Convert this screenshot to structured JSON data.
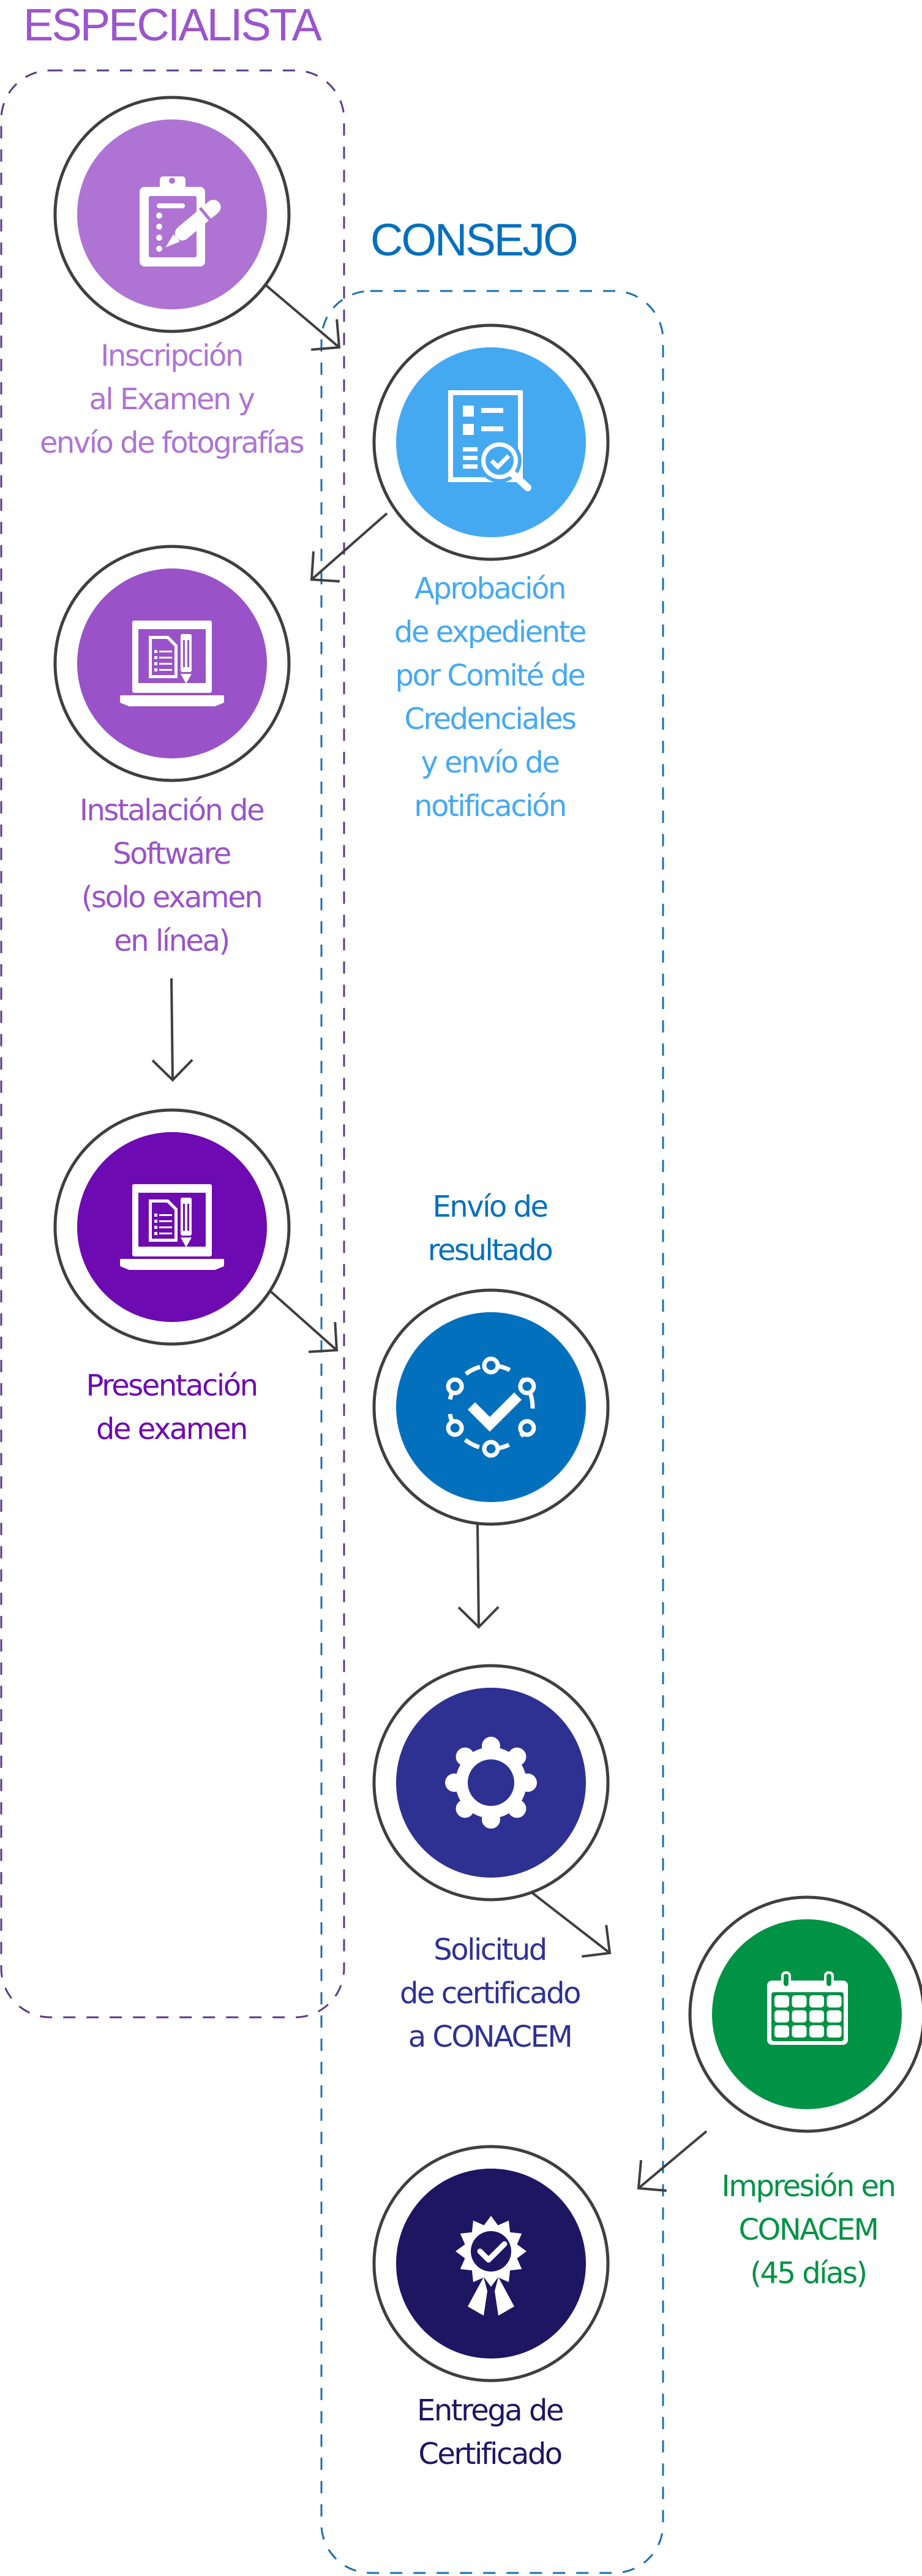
{
  "lanes": [
    {
      "id": "especialista",
      "title": "ESPECIALISTA",
      "color": "#9c55cc",
      "border_color": "#5a3a86"
    },
    {
      "id": "consejo",
      "title": "CONSEJO",
      "color": "#0270bd",
      "border_color": "#1a6fae"
    }
  ],
  "steps": [
    {
      "id": "inscripcion",
      "lane": "especialista",
      "icon": "clipboard-pen-icon",
      "color": "#ae73d3",
      "label": "Inscripción\nal Examen y\nenvío de fotografías"
    },
    {
      "id": "aprobacion",
      "lane": "consejo",
      "icon": "document-search-check-icon",
      "color": "#45a9f1",
      "label": "Aprobación\nde expediente\npor Comité de\nCredenciales\ny envío de\nnotificación"
    },
    {
      "id": "instalacion",
      "lane": "especialista",
      "icon": "laptop-exam-icon",
      "color": "#9a52c8",
      "label": "Instalación de\nSoftware\n(solo examen\nen línea)"
    },
    {
      "id": "presentacion",
      "lane": "especialista",
      "icon": "laptop-exam-icon",
      "color": "#6e0ab1",
      "label": "Presentación\nde examen"
    },
    {
      "id": "envio-resultado",
      "lane": "consejo",
      "icon": "network-check-icon",
      "color": "#0270bd",
      "label": "Envío de\nresultado"
    },
    {
      "id": "solicitud",
      "lane": "consejo",
      "icon": "gear-icon",
      "color": "#2e3192",
      "label": "Solicitud\nde certificado\na CONACEM"
    },
    {
      "id": "impresion",
      "lane": "external",
      "icon": "calendar-icon",
      "color": "#009245",
      "label": "Impresión en\nCONACEM\n(45 días)"
    },
    {
      "id": "entrega",
      "lane": "consejo",
      "icon": "award-ribbon-icon",
      "color": "#1e1563",
      "label": "Entrega de\nCertificado"
    }
  ],
  "connections": [
    {
      "from": "inscripcion",
      "to": "aprobacion"
    },
    {
      "from": "aprobacion",
      "to": "instalacion"
    },
    {
      "from": "instalacion",
      "to": "presentacion"
    },
    {
      "from": "presentacion",
      "to": "envio-resultado"
    },
    {
      "from": "envio-resultado",
      "to": "solicitud"
    },
    {
      "from": "solicitud",
      "to": "impresion"
    },
    {
      "from": "impresion",
      "to": "entrega"
    }
  ],
  "styles": {
    "ring_color": "#3f3f3f",
    "arrow_color": "#3f3f3f"
  }
}
